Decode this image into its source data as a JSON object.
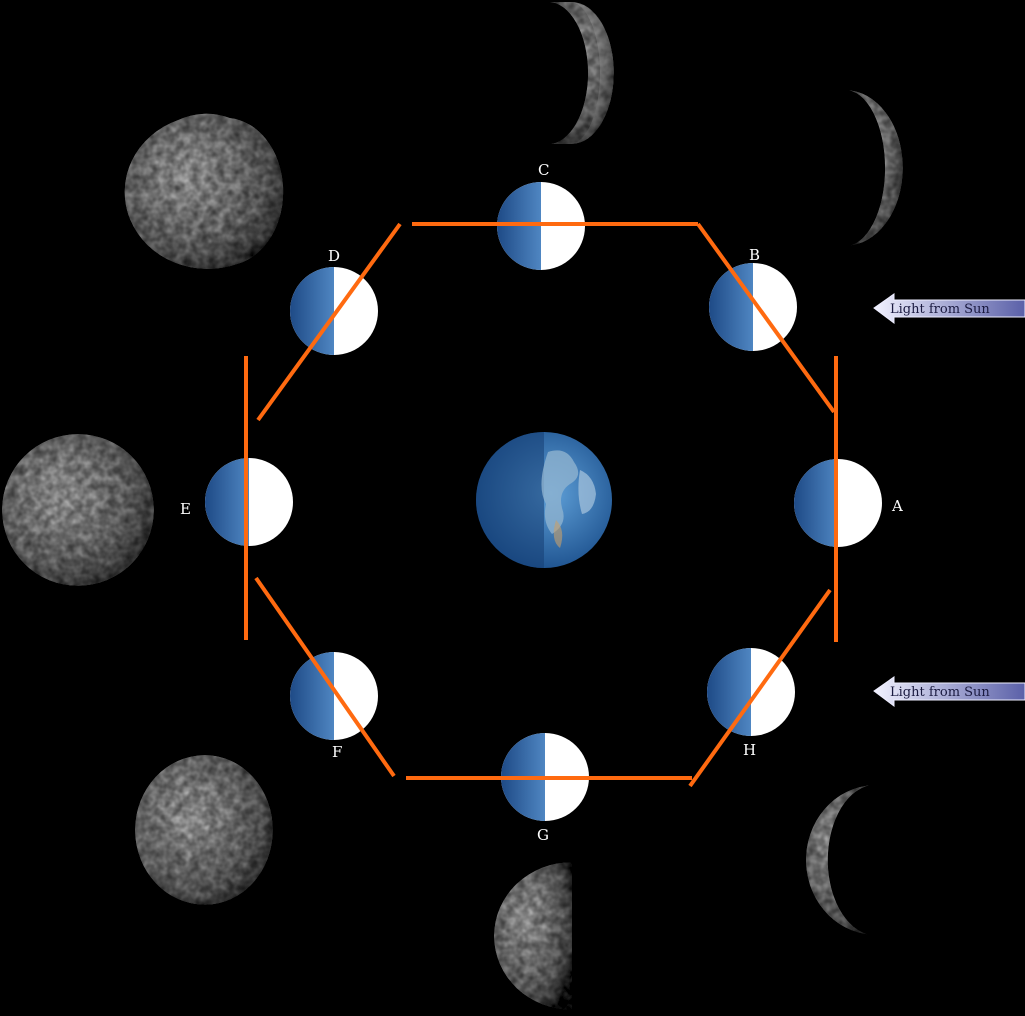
{
  "diagram": {
    "phase_labels": {
      "A": "A",
      "B": "B",
      "C": "C",
      "D": "D",
      "E": "E",
      "F": "F",
      "G": "G",
      "H": "H"
    },
    "sun_arrows": [
      "Light from Sun",
      "Light from Sun"
    ],
    "colors": {
      "background": "#000000",
      "outline": "#ff6a10",
      "lit_side": "#ffffff",
      "dark_side": "#2a5f9e",
      "earth_ocean": "#2f6bb0",
      "earth_land": "#7fa8c9",
      "moon_photo": "#9a9a9a",
      "arrow_fill": "#c9cce8"
    }
  }
}
